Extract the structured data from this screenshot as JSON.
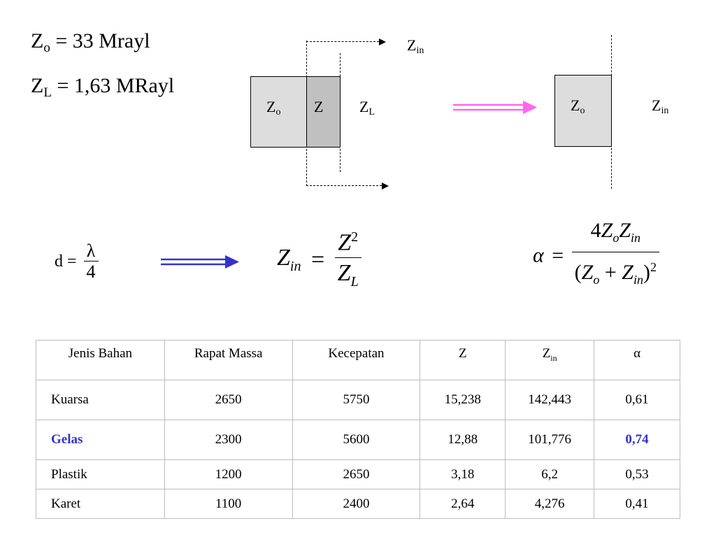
{
  "given": {
    "z0_symbol": "Z",
    "z0_sub": "o",
    "z0_rest": " = 33 Mrayl",
    "zl_symbol": "Z",
    "zl_sub": "L",
    "zl_rest": " = 1,63 MRayl"
  },
  "diagram_left": {
    "box1": "Z",
    "box1_sub": "o",
    "box2": "Z",
    "load": "Z",
    "load_sub": "L",
    "input": "Z",
    "input_sub": "in"
  },
  "diagram_right": {
    "box": "Z",
    "box_sub": "o",
    "input": "Z",
    "input_sub": "in"
  },
  "colors": {
    "pink_arrow": "#ff66ee",
    "blue_arrow": "#3333cc",
    "box_light": "#dddddd",
    "box_dark": "#c0c0c0",
    "highlight": "#3333cc"
  },
  "equations": {
    "d_lhs": "d =",
    "d_num": "λ",
    "d_den": "4",
    "zin_lhs": "Z",
    "zin_lhs_sub": "in",
    "zin_eq": "=",
    "zin_num": "Z",
    "zin_num_sup": "2",
    "zin_den": "Z",
    "zin_den_sub": "L",
    "alpha_lhs": "α",
    "alpha_eq": "=",
    "alpha_num_coef": "4",
    "alpha_num_z1": "Z",
    "alpha_num_z1_sub": "o",
    "alpha_num_z2": "Z",
    "alpha_num_z2_sub": "in",
    "alpha_den_open": "(",
    "alpha_den_z1": "Z",
    "alpha_den_z1_sub": "o",
    "alpha_den_plus": " + ",
    "alpha_den_z2": "Z",
    "alpha_den_z2_sub": "in",
    "alpha_den_close": ")",
    "alpha_den_sup": "2"
  },
  "table": {
    "headers": [
      "Jenis Bahan",
      "Rapat Massa",
      "Kecepatan",
      "Z",
      "Z",
      "α"
    ],
    "header_zin_sub": "in",
    "rows": [
      [
        "Kuarsa",
        "2650",
        "5750",
        "15,238",
        "142,443",
        "0,61"
      ],
      [
        "Gelas",
        "2300",
        "5600",
        "12,88",
        "101,776",
        "0,74"
      ],
      [
        "Plastik",
        "1200",
        "2650",
        "3,18",
        "6,2",
        "0,53"
      ],
      [
        "Karet",
        "1100",
        "2400",
        "2,64",
        "4,276",
        "0,41"
      ]
    ]
  }
}
